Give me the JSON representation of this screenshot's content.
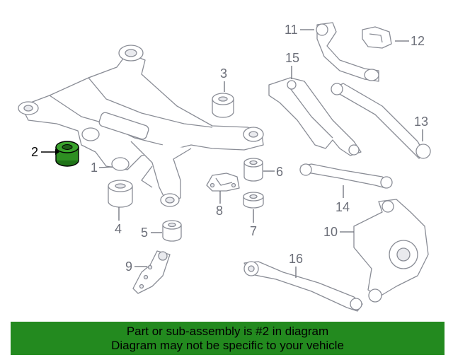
{
  "callouts": {
    "c1": "1",
    "c2": "2",
    "c3": "3",
    "c4": "4",
    "c5": "5",
    "c6": "6",
    "c7": "7",
    "c8": "8",
    "c9": "9",
    "c10": "10",
    "c11": "11",
    "c12": "12",
    "c13": "13",
    "c14": "14",
    "c15": "15",
    "c16": "16"
  },
  "colors": {
    "highlight_part": "#2e8f22",
    "banner": "#238a1f",
    "line": "#8a8d96"
  },
  "footer": {
    "line1": "Part or sub-assembly is #2 in diagram",
    "line2": "Diagram may not be specific to your vehicle"
  }
}
